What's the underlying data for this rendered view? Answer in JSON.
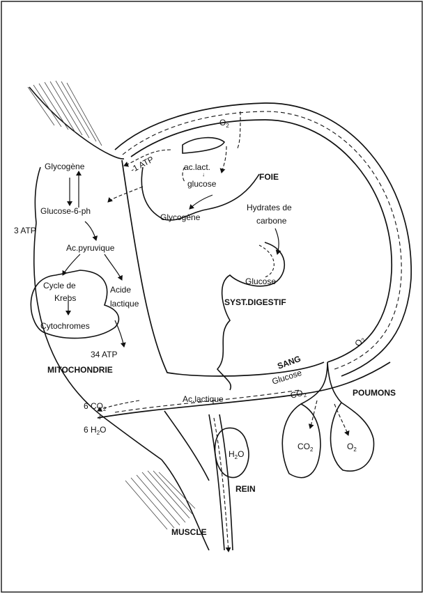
{
  "labels": {
    "o2_top": "O",
    "o2_top_sub": "2",
    "atp_minus1": "-1 ATP",
    "glycogene_muscle": "Glycogène",
    "glucose6ph": "Glucose-6-ph",
    "atp3": "3 ATP",
    "ac_pyruvique": "Ac.pyruvique",
    "cycle_de": "Cycle de",
    "krebs": "Krebs",
    "cytochromes": "Cytochromes",
    "acide": "Acide",
    "lactique": "lactique",
    "atp34": "34 ATP",
    "mitochondrie": "MITOCHONDRIE",
    "co2_6": "6 CO",
    "co2_6_sub": "2",
    "plus": "+",
    "h2o_6": "6 H",
    "h2o_6_sub": "2",
    "h2o_6_end": "O",
    "ac_lact": "ac.lact.",
    "glucose_liver": "glucose",
    "foie": "FOIE",
    "glycogene_liver": "Glycogène",
    "hydrates_de": "Hydrates de",
    "carbone": "carbone",
    "glucose_gut": "Glucose",
    "syst_digestif": "SYST.DIGESTIF",
    "o2_right": "O",
    "o2_right_sub": "2",
    "sang": "SANG",
    "glucose_blood": "Glucose",
    "co2_blood": "CO",
    "co2_blood_sub": "2",
    "ac_lactique_blood": "Ac.lactique",
    "poumons": "POUMONS",
    "co2_lung": "CO",
    "co2_lung_sub": "2",
    "o2_lung": "O",
    "o2_lung_sub": "2",
    "h2o_rein": "H",
    "h2o_rein_sub": "2",
    "h2o_rein_end": "O",
    "rein": "REIN",
    "muscle": "MUSCLE"
  }
}
